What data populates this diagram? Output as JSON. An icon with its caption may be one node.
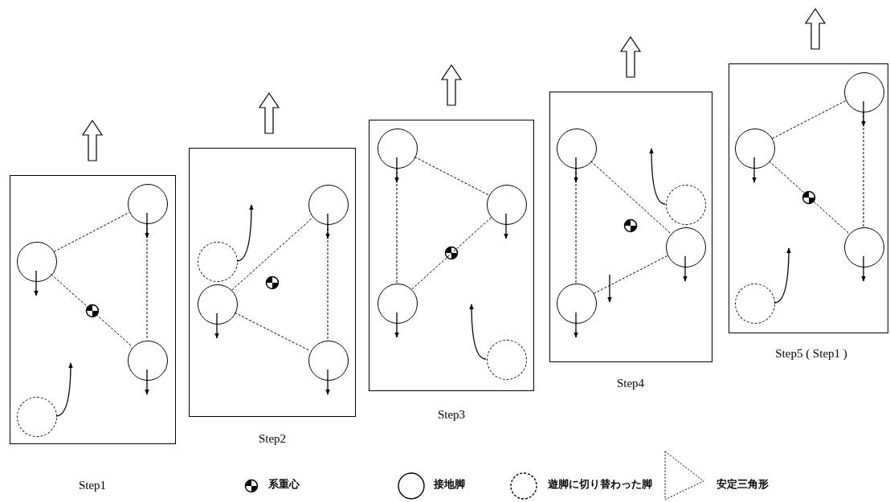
{
  "diagram": {
    "nodes": [
      {
        "text": [],
        "shape": "box",
        "beside": [
          "Step1"
        ]
      },
      {
        "text": [],
        "shape": "circle",
        "in": 0
      },
      {
        "text": [],
        "shape": "circle",
        "in": 0
      },
      {
        "text": [],
        "shape": "circle",
        "in": 0
      },
      {
        "text": [],
        "shape": "circle",
        "in": 0
      },
      {
        "text": [],
        "shape": "box",
        "beside": [
          "Step2"
        ]
      },
      {
        "text": [],
        "shape": "circle",
        "in": 5
      },
      {
        "text": [],
        "shape": "circle",
        "in": 5
      },
      {
        "text": [],
        "shape": "circle",
        "in": 5
      },
      {
        "text": [],
        "shape": "circle",
        "in": 5
      },
      {
        "text": [],
        "shape": "box",
        "beside": [
          "Step3"
        ]
      },
      {
        "text": [],
        "shape": "circle",
        "in": 10
      },
      {
        "text": [],
        "shape": "circle",
        "in": 10
      },
      {
        "text": [],
        "shape": "circle",
        "in": 10
      },
      {
        "text": [],
        "shape": "circle",
        "in": 10
      },
      {
        "text": [],
        "shape": "box",
        "beside": [
          "Step4"
        ]
      },
      {
        "text": [],
        "shape": "circle",
        "in": 15
      },
      {
        "text": [],
        "shape": "circle",
        "in": 15
      },
      {
        "text": [],
        "shape": "circle",
        "in": 15
      },
      {
        "text": [],
        "shape": "circle",
        "in": 15
      },
      {
        "text": [],
        "shape": "box",
        "beside": [
          "Step5 ( Step1 )"
        ]
      },
      {
        "text": [],
        "shape": "circle",
        "in": 20
      },
      {
        "text": [],
        "shape": "circle",
        "in": 20
      },
      {
        "text": [],
        "shape": "circle",
        "in": 20
      },
      {
        "text": [],
        "shape": "circle",
        "in": 20
      }
    ],
    "edges": [
      {
        "from": 2,
        "to": 1,
        "arrow": "none",
        "style": "dashed"
      },
      {
        "from": 1,
        "to": 3,
        "arrow": "none",
        "style": "dashed"
      },
      {
        "from": 2,
        "to": 3,
        "arrow": "none",
        "style": "dashed"
      },
      {
        "from": 4,
        "to": null,
        "arrow": "to"
      },
      {
        "from": 8,
        "to": 6,
        "arrow": "none",
        "style": "dashed"
      },
      {
        "from": 6,
        "to": 9,
        "arrow": "none",
        "style": "dashed"
      },
      {
        "from": 8,
        "to": 9,
        "arrow": "none",
        "style": "dashed"
      },
      {
        "from": 7,
        "to": null,
        "arrow": "to"
      },
      {
        "from": 11,
        "to": 12,
        "arrow": "none",
        "style": "dashed"
      },
      {
        "from": 12,
        "to": 13,
        "arrow": "none",
        "style": "dashed"
      },
      {
        "from": 11,
        "to": 13,
        "arrow": "none",
        "style": "dashed"
      },
      {
        "from": 14,
        "to": null,
        "arrow": "to"
      },
      {
        "from": 16,
        "to": 18,
        "arrow": "none",
        "style": "dashed"
      },
      {
        "from": 18,
        "to": 19,
        "arrow": "none",
        "style": "dashed"
      },
      {
        "from": 16,
        "to": 19,
        "arrow": "none",
        "style": "dashed"
      },
      {
        "from": 17,
        "to": null,
        "arrow": "to"
      },
      {
        "from": 22,
        "to": 21,
        "arrow": "none",
        "style": "dashed"
      },
      {
        "from": 21,
        "to": 23,
        "arrow": "none",
        "style": "dashed"
      },
      {
        "from": 22,
        "to": 23,
        "arrow": "none",
        "style": "dashed"
      },
      {
        "from": 24,
        "to": null,
        "arrow": "to"
      }
    ],
    "legend": [
      {
        "text": "系重心"
      },
      {
        "text": "接地脚"
      },
      {
        "text": "遊脚に切り替わった脚"
      },
      {
        "text": "安定三角形"
      }
    ]
  }
}
